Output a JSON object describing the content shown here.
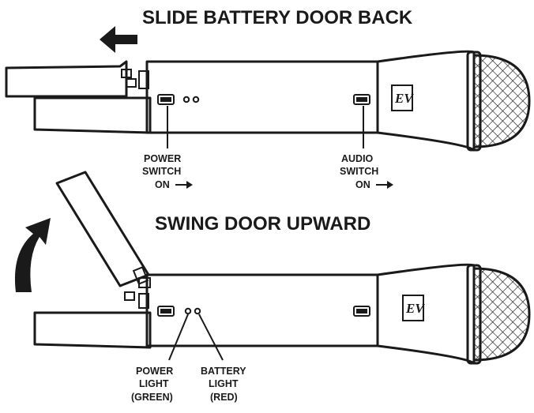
{
  "headings": {
    "step1": "SLIDE BATTERY DOOR BACK",
    "step2": "SWING DOOR UPWARD"
  },
  "labels": {
    "power_switch": [
      "POWER",
      "SWITCH",
      "ON"
    ],
    "audio_switch": [
      "AUDIO",
      "SWITCH",
      "ON"
    ],
    "power_light": [
      "POWER",
      "LIGHT",
      "(GREEN)"
    ],
    "battery_light": [
      "BATTERY",
      "LIGHT",
      "(RED)"
    ]
  },
  "logo_text": "EV",
  "colors": {
    "ink": "#1a1a1a",
    "background": "#ffffff"
  }
}
